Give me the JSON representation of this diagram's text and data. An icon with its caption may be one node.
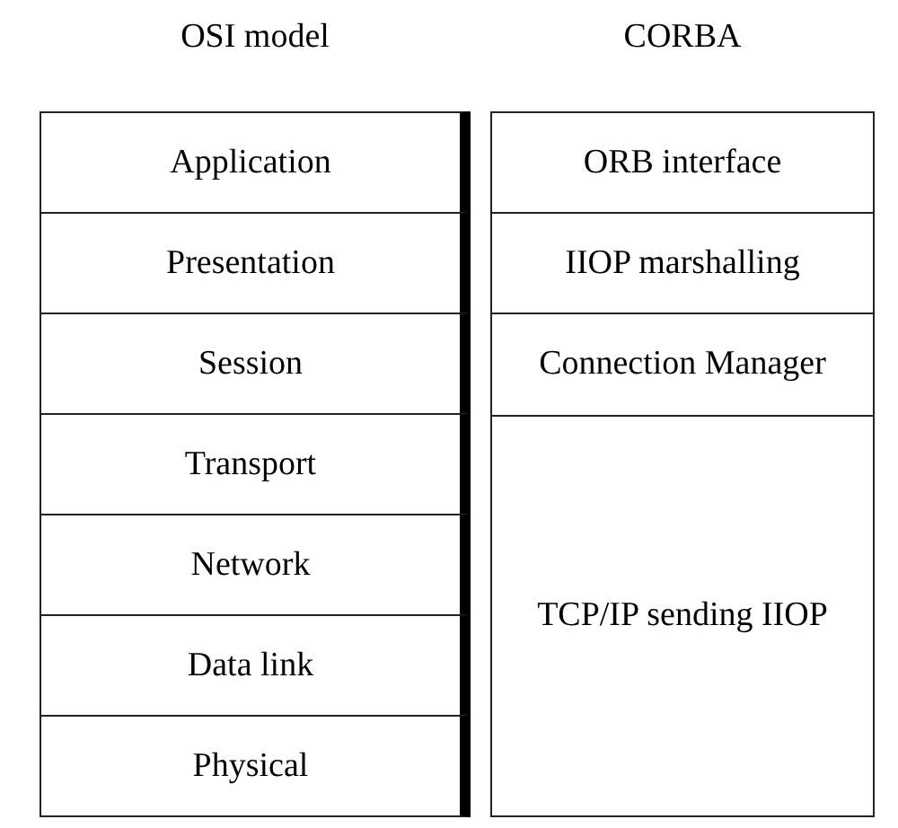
{
  "diagram": {
    "nodes": [
      {
        "text": [
          "OSI model"
        ]
      },
      {
        "text": [
          "Application"
        ],
        "in": 0
      },
      {
        "text": [
          "Presentation"
        ],
        "in": 0
      },
      {
        "text": [
          "Session"
        ],
        "in": 0
      },
      {
        "text": [
          "Transport"
        ],
        "in": 0
      },
      {
        "text": [
          "Network"
        ],
        "in": 0
      },
      {
        "text": [
          "Data link"
        ],
        "in": 0
      },
      {
        "text": [
          "Physical"
        ],
        "in": 0
      },
      {
        "text": [
          "CORBA"
        ]
      },
      {
        "text": [
          "ORB interface"
        ],
        "in": 8
      },
      {
        "text": [
          "IIOP marshalling"
        ],
        "in": 8
      },
      {
        "text": [
          "Connection Manager"
        ],
        "in": 8
      },
      {
        "text": [
          "TCP/IP sending IIOP"
        ],
        "in": 8
      }
    ],
    "edges": []
  }
}
